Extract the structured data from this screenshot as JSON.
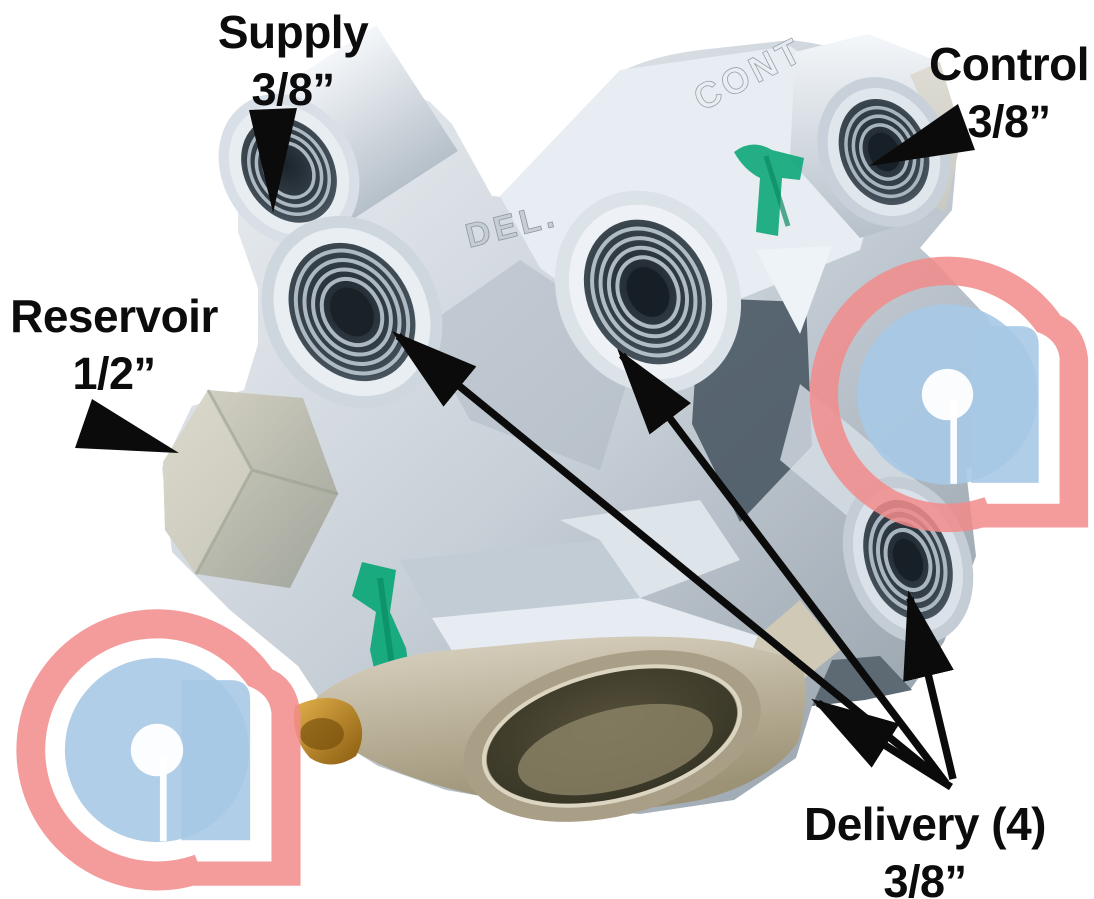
{
  "page": {
    "background": "#ffffff",
    "description": "Annotated product photo of an air brake relay valve showing labeled ports"
  },
  "ports": {
    "supply": {
      "label": "Supply",
      "size": "3/8”"
    },
    "control": {
      "label": "Control",
      "size": "3/8”"
    },
    "reservoir": {
      "label": "Reservoir",
      "size": "1/2”"
    },
    "delivery": {
      "label": "Delivery (4)",
      "size": "3/8”"
    }
  },
  "castings": {
    "delivery_abbr": "DEL.",
    "control_abbr": "CONT"
  },
  "colors": {
    "metal_light": "#eef2f6",
    "metal_mid": "#b9c3cc",
    "metal_dark": "#79858f",
    "flange_beige": "#cfc7b0",
    "paint_green": "#12a87c",
    "brass": "#c9952f",
    "arrow_black": "#0b0b0b",
    "watermark_red": "#f28b8b",
    "watermark_blue": "#a7c9e5"
  }
}
